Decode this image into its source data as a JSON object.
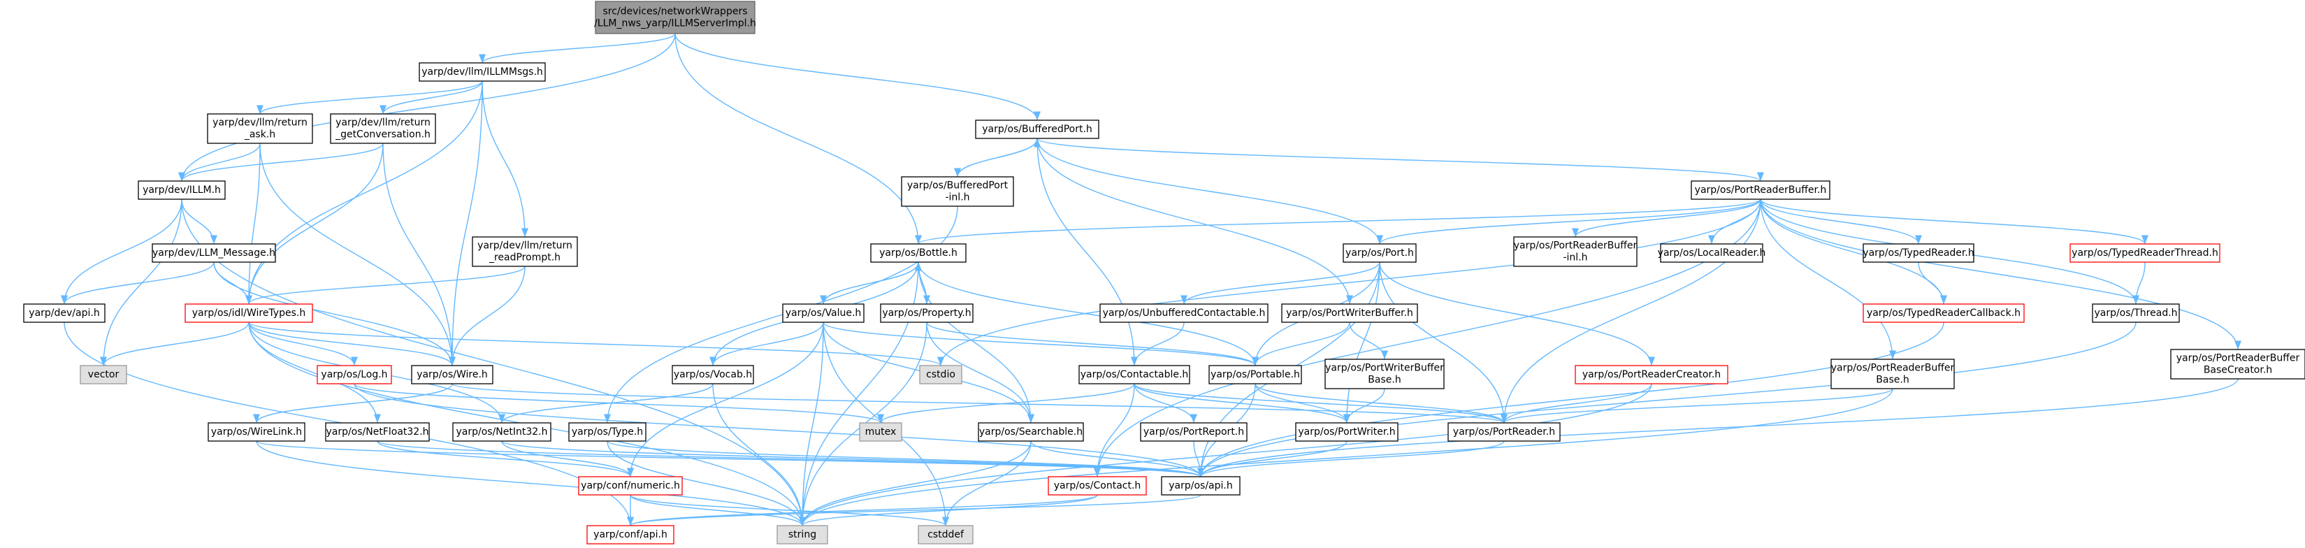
{
  "colors": {
    "edge": "#63b8ff",
    "root_fill": "#999999",
    "root_border": "#666666",
    "node_fill": "#ffffff",
    "node_border": "#000000",
    "trunc_border": "#ff0000",
    "sys_fill": "#e0e0e0",
    "sys_border": "#999999",
    "text": "#000000"
  },
  "nodes": [
    {
      "id": "root",
      "kind": "root",
      "lines": [
        "src/devices/networkWrappers",
        "/LLM_nws_yarp/ILLMServerImpl.h"
      ]
    },
    {
      "id": "llmmsgs",
      "kind": "normal",
      "lines": [
        "yarp/dev/llm/ILLMMsgs.h"
      ]
    },
    {
      "id": "ret_ask",
      "kind": "normal",
      "lines": [
        "yarp/dev/llm/return",
        "_ask.h"
      ]
    },
    {
      "id": "ret_getconv",
      "kind": "normal",
      "lines": [
        "yarp/dev/llm/return",
        "_getConversation.h"
      ]
    },
    {
      "id": "illm",
      "kind": "normal",
      "lines": [
        "yarp/dev/ILLM.h"
      ]
    },
    {
      "id": "llm_message",
      "kind": "normal",
      "lines": [
        "yarp/dev/LLM_Message.h"
      ]
    },
    {
      "id": "ret_readprompt",
      "kind": "normal",
      "lines": [
        "yarp/dev/llm/return",
        "_readPrompt.h"
      ]
    },
    {
      "id": "dev_api",
      "kind": "normal",
      "lines": [
        "yarp/dev/api.h"
      ]
    },
    {
      "id": "wiretypes",
      "kind": "trunc",
      "lines": [
        "yarp/os/idl/WireTypes.h"
      ]
    },
    {
      "id": "vector",
      "kind": "system",
      "lines": [
        "vector"
      ]
    },
    {
      "id": "log",
      "kind": "trunc",
      "lines": [
        "yarp/os/Log.h"
      ]
    },
    {
      "id": "wire",
      "kind": "normal",
      "lines": [
        "yarp/os/Wire.h"
      ]
    },
    {
      "id": "wirelink",
      "kind": "normal",
      "lines": [
        "yarp/os/WireLink.h"
      ]
    },
    {
      "id": "netfloat32",
      "kind": "normal",
      "lines": [
        "yarp/os/NetFloat32.h"
      ]
    },
    {
      "id": "netint32",
      "kind": "normal",
      "lines": [
        "yarp/os/NetInt32.h"
      ]
    },
    {
      "id": "type",
      "kind": "normal",
      "lines": [
        "yarp/os/Type.h"
      ]
    },
    {
      "id": "numeric",
      "kind": "trunc",
      "lines": [
        "yarp/conf/numeric.h"
      ]
    },
    {
      "id": "conf_api",
      "kind": "trunc",
      "lines": [
        "yarp/conf/api.h"
      ]
    },
    {
      "id": "string",
      "kind": "system",
      "lines": [
        "string"
      ]
    },
    {
      "id": "cstddef",
      "kind": "system",
      "lines": [
        "cstddef"
      ]
    },
    {
      "id": "bufferedport",
      "kind": "normal",
      "lines": [
        "yarp/os/BufferedPort.h"
      ]
    },
    {
      "id": "bufferedport_inl",
      "kind": "normal",
      "lines": [
        "yarp/os/BufferedPort",
        "-inl.h"
      ]
    },
    {
      "id": "bottle",
      "kind": "normal",
      "lines": [
        "yarp/os/Bottle.h"
      ]
    },
    {
      "id": "value",
      "kind": "normal",
      "lines": [
        "yarp/os/Value.h"
      ]
    },
    {
      "id": "property",
      "kind": "normal",
      "lines": [
        "yarp/os/Property.h"
      ]
    },
    {
      "id": "vocab",
      "kind": "normal",
      "lines": [
        "yarp/os/Vocab.h"
      ]
    },
    {
      "id": "mutex",
      "kind": "system",
      "lines": [
        "mutex"
      ]
    },
    {
      "id": "searchable",
      "kind": "normal",
      "lines": [
        "yarp/os/Searchable.h"
      ]
    },
    {
      "id": "cstdio",
      "kind": "system",
      "lines": [
        "cstdio"
      ]
    },
    {
      "id": "contact",
      "kind": "trunc",
      "lines": [
        "yarp/os/Contact.h"
      ]
    },
    {
      "id": "os_api",
      "kind": "normal",
      "lines": [
        "yarp/os/api.h"
      ]
    },
    {
      "id": "port",
      "kind": "normal",
      "lines": [
        "yarp/os/Port.h"
      ]
    },
    {
      "id": "unbuffered",
      "kind": "normal",
      "lines": [
        "yarp/os/UnbufferedContactable.h"
      ]
    },
    {
      "id": "contactable",
      "kind": "normal",
      "lines": [
        "yarp/os/Contactable.h"
      ]
    },
    {
      "id": "portreport",
      "kind": "normal",
      "lines": [
        "yarp/os/PortReport.h"
      ]
    },
    {
      "id": "portwriterbuffer",
      "kind": "normal",
      "lines": [
        "yarp/os/PortWriterBuffer.h"
      ]
    },
    {
      "id": "portwriterbufferbase",
      "kind": "normal",
      "lines": [
        "yarp/os/PortWriterBuffer",
        "Base.h"
      ]
    },
    {
      "id": "portable",
      "kind": "normal",
      "lines": [
        "yarp/os/Portable.h"
      ]
    },
    {
      "id": "portwriter",
      "kind": "normal",
      "lines": [
        "yarp/os/PortWriter.h"
      ]
    },
    {
      "id": "portreader",
      "kind": "normal",
      "lines": [
        "yarp/os/PortReader.h"
      ]
    },
    {
      "id": "portreadercreator",
      "kind": "trunc",
      "lines": [
        "yarp/os/PortReaderCreator.h"
      ]
    },
    {
      "id": "portreaderbuffer",
      "kind": "normal",
      "lines": [
        "yarp/os/PortReaderBuffer.h"
      ]
    },
    {
      "id": "prb_inl",
      "kind": "normal",
      "lines": [
        "yarp/os/PortReaderBuffer",
        "-inl.h"
      ]
    },
    {
      "id": "localreader",
      "kind": "normal",
      "lines": [
        "yarp/os/LocalReader.h"
      ]
    },
    {
      "id": "typedreader",
      "kind": "normal",
      "lines": [
        "yarp/os/TypedReader.h"
      ]
    },
    {
      "id": "typedreadercallback",
      "kind": "trunc",
      "lines": [
        "yarp/os/TypedReaderCallback.h"
      ]
    },
    {
      "id": "typedreaderthread",
      "kind": "trunc",
      "lines": [
        "yarp/os/TypedReaderThread.h"
      ]
    },
    {
      "id": "thread",
      "kind": "normal",
      "lines": [
        "yarp/os/Thread.h"
      ]
    },
    {
      "id": "prb_base",
      "kind": "normal",
      "lines": [
        "yarp/os/PortReaderBuffer",
        "Base.h"
      ]
    },
    {
      "id": "prb_basecreator",
      "kind": "normal",
      "lines": [
        "yarp/os/PortReaderBuffer",
        "BaseCreator.h"
      ]
    }
  ],
  "edges": [
    [
      "root",
      "llmmsgs"
    ],
    [
      "root",
      "illm"
    ],
    [
      "root",
      "bufferedport"
    ],
    [
      "root",
      "bottle"
    ],
    [
      "llmmsgs",
      "ret_ask"
    ],
    [
      "llmmsgs",
      "ret_getconv"
    ],
    [
      "llmmsgs",
      "ret_readprompt"
    ],
    [
      "llmmsgs",
      "wiretypes"
    ],
    [
      "llmmsgs",
      "wire"
    ],
    [
      "ret_ask",
      "illm"
    ],
    [
      "ret_ask",
      "wiretypes"
    ],
    [
      "ret_ask",
      "wire"
    ],
    [
      "ret_getconv",
      "illm"
    ],
    [
      "ret_getconv",
      "wiretypes"
    ],
    [
      "ret_getconv",
      "wire"
    ],
    [
      "ret_readprompt",
      "wiretypes"
    ],
    [
      "ret_readprompt",
      "wire"
    ],
    [
      "illm",
      "llm_message"
    ],
    [
      "illm",
      "dev_api"
    ],
    [
      "illm",
      "vector"
    ],
    [
      "illm",
      "string"
    ],
    [
      "llm_message",
      "dev_api"
    ],
    [
      "llm_message",
      "wiretypes"
    ],
    [
      "llm_message",
      "wire"
    ],
    [
      "dev_api",
      "conf_api"
    ],
    [
      "wiretypes",
      "vector"
    ],
    [
      "wiretypes",
      "log"
    ],
    [
      "wiretypes",
      "wire"
    ],
    [
      "wiretypes",
      "netfloat32"
    ],
    [
      "wiretypes",
      "netint32"
    ],
    [
      "wiretypes",
      "string"
    ],
    [
      "wiretypes",
      "cstdio"
    ],
    [
      "log",
      "os_api"
    ],
    [
      "log",
      "mutex"
    ],
    [
      "wire",
      "wirelink"
    ],
    [
      "wire",
      "portreader"
    ],
    [
      "wirelink",
      "os_api"
    ],
    [
      "wirelink",
      "string"
    ],
    [
      "netfloat32",
      "numeric"
    ],
    [
      "netfloat32",
      "os_api"
    ],
    [
      "netint32",
      "numeric"
    ],
    [
      "netint32",
      "os_api"
    ],
    [
      "type",
      "os_api"
    ],
    [
      "type",
      "string"
    ],
    [
      "numeric",
      "conf_api"
    ],
    [
      "numeric",
      "cstddef"
    ],
    [
      "numeric",
      "string"
    ],
    [
      "bufferedport",
      "bufferedport_inl"
    ],
    [
      "bufferedport",
      "port"
    ],
    [
      "bufferedport",
      "portreaderbuffer"
    ],
    [
      "bufferedport",
      "portwriterbuffer"
    ],
    [
      "bufferedport",
      "contactable"
    ],
    [
      "bufferedport_inl",
      "bufferedport"
    ],
    [
      "bufferedport_inl",
      "type"
    ],
    [
      "bottle",
      "value"
    ],
    [
      "bottle",
      "property"
    ],
    [
      "bottle",
      "vocab"
    ],
    [
      "bottle",
      "searchable"
    ],
    [
      "bottle",
      "portable"
    ],
    [
      "bottle",
      "string"
    ],
    [
      "value",
      "bottle"
    ],
    [
      "value",
      "vocab"
    ],
    [
      "value",
      "searchable"
    ],
    [
      "value",
      "portable"
    ],
    [
      "value",
      "numeric"
    ],
    [
      "value",
      "string"
    ],
    [
      "value",
      "cstddef"
    ],
    [
      "property",
      "bottle"
    ],
    [
      "property",
      "searchable"
    ],
    [
      "property",
      "portable"
    ],
    [
      "property",
      "string"
    ],
    [
      "vocab",
      "netint32"
    ],
    [
      "vocab",
      "string"
    ],
    [
      "searchable",
      "os_api"
    ],
    [
      "searchable",
      "string"
    ],
    [
      "searchable",
      "cstddef"
    ],
    [
      "contact",
      "conf_api"
    ],
    [
      "contact",
      "string"
    ],
    [
      "os_api",
      "conf_api"
    ],
    [
      "port",
      "unbuffered"
    ],
    [
      "port",
      "portable"
    ],
    [
      "port",
      "portreader"
    ],
    [
      "port",
      "portwriter"
    ],
    [
      "port",
      "portreadercreator"
    ],
    [
      "port",
      "os_api"
    ],
    [
      "unbuffered",
      "contactable"
    ],
    [
      "contactable",
      "mutex"
    ],
    [
      "contactable",
      "contact"
    ],
    [
      "contactable",
      "portreport"
    ],
    [
      "contactable",
      "portwriter"
    ],
    [
      "contactable",
      "portreader"
    ],
    [
      "portreport",
      "os_api"
    ],
    [
      "portwriterbuffer",
      "portwriterbufferbase"
    ],
    [
      "portwriterbuffer",
      "portable"
    ],
    [
      "portwriterbufferbase",
      "portwriter"
    ],
    [
      "portable",
      "portwriter"
    ],
    [
      "portable",
      "portreader"
    ],
    [
      "portable",
      "os_api"
    ],
    [
      "portwriter",
      "os_api"
    ],
    [
      "portreader",
      "os_api"
    ],
    [
      "portreadercreator",
      "portreader"
    ],
    [
      "portreadercreator",
      "string"
    ],
    [
      "portreaderbuffer",
      "bottle"
    ],
    [
      "portreaderbuffer",
      "port"
    ],
    [
      "portreaderbuffer",
      "prb_inl"
    ],
    [
      "portreaderbuffer",
      "localreader"
    ],
    [
      "portreaderbuffer",
      "typedreader"
    ],
    [
      "portreaderbuffer",
      "typedreadercallback"
    ],
    [
      "portreaderbuffer",
      "typedreaderthread"
    ],
    [
      "portreaderbuffer",
      "thread"
    ],
    [
      "portreaderbuffer",
      "prb_base"
    ],
    [
      "portreaderbuffer",
      "prb_basecreator"
    ],
    [
      "portreaderbuffer",
      "portreader"
    ],
    [
      "portreaderbuffer",
      "cstdio"
    ],
    [
      "portreaderbuffer",
      "contact"
    ],
    [
      "typedreader",
      "typedreadercallback"
    ],
    [
      "typedreadercallback",
      "os_api"
    ],
    [
      "typedreaderthread",
      "thread"
    ],
    [
      "thread",
      "os_api"
    ],
    [
      "prb_base",
      "portreader"
    ],
    [
      "prb_base",
      "string"
    ],
    [
      "prb_basecreator",
      "os_api"
    ]
  ]
}
